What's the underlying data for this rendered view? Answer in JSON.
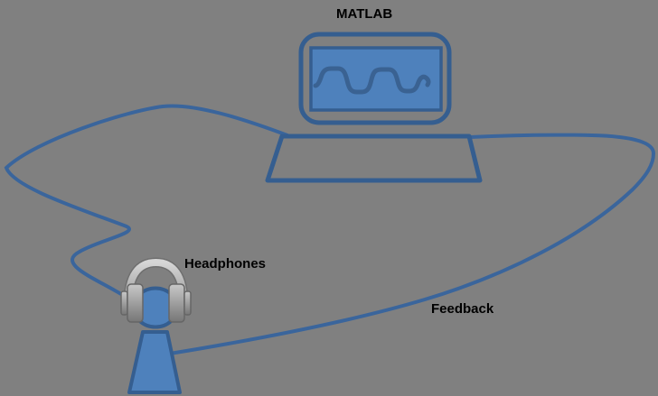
{
  "colors": {
    "background": "#808080",
    "shape-fill": "#4E81BC",
    "shape-stroke": "#355E90",
    "loop-stroke": "#3A659C",
    "wave-stroke": "#3A6292",
    "label": "#000000"
  },
  "diagram": {
    "nodes": [
      {
        "id": "matlab-display",
        "label": "MATLAB",
        "icon": "laptop-with-waveform-icon"
      },
      {
        "id": "listener",
        "label": "Headphones",
        "icon": "person-with-headphones-icon"
      }
    ],
    "edges": [
      {
        "id": "feedback-loop",
        "label": "Feedback",
        "style": "freeform-closed-loop"
      }
    ]
  }
}
